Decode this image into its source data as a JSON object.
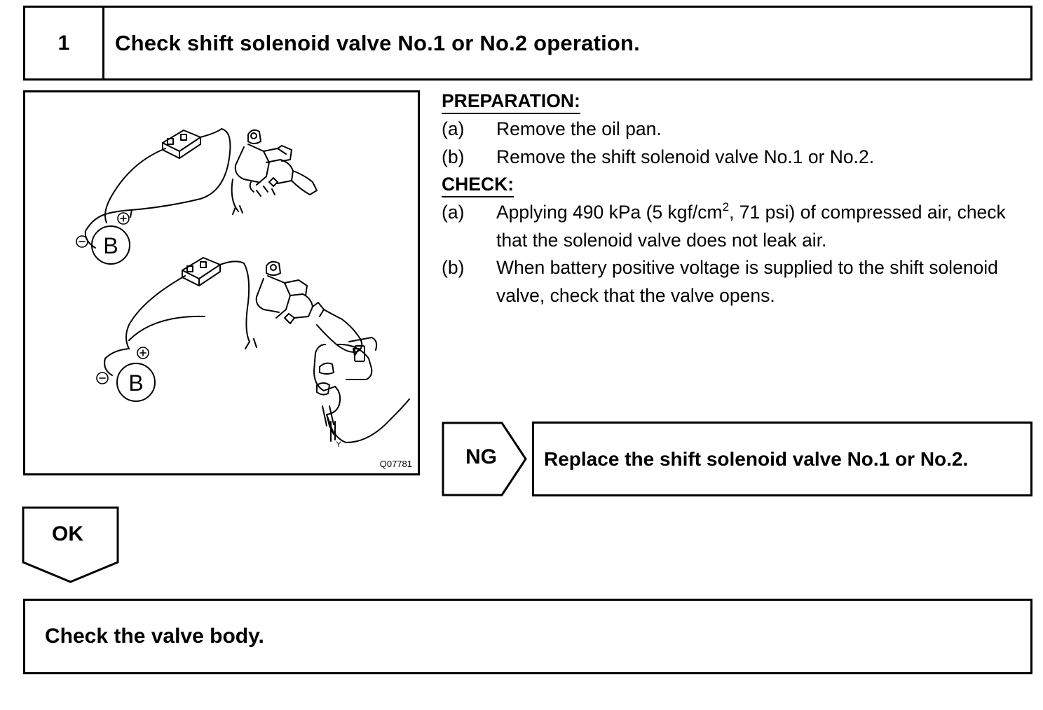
{
  "step_header": {
    "number": "1",
    "title": "Check shift solenoid valve No.1 or No.2 operation."
  },
  "figure": {
    "code": "Q07781",
    "battery_label_top": "B",
    "battery_label_bottom": "B",
    "plus_symbol": "⊕",
    "minus_symbol": "⊖",
    "wire_tag": "Y"
  },
  "preparation": {
    "heading": "PREPARATION:",
    "steps": [
      {
        "letter": "(a)",
        "text": "Remove the oil pan."
      },
      {
        "letter": "(b)",
        "text": "Remove the shift solenoid valve No.1 or No.2."
      }
    ]
  },
  "check": {
    "heading": "CHECK:",
    "step_a_letter": "(a)",
    "step_a_before": "Applying 490 kPa (5 kgf/cm",
    "step_a_sup": "2",
    "step_a_after": ", 71 psi) of compressed air, check that the solenoid valve does not leak air.",
    "step_b_letter": "(b)",
    "step_b_text": "When battery positive voltage is supplied to the shift solenoid valve, check that the valve opens."
  },
  "ng_branch": {
    "label": "NG",
    "result": "Replace the shift solenoid valve No.1 or No.2."
  },
  "ok_branch": {
    "label": "OK"
  },
  "next_step": {
    "text": "Check the valve body."
  }
}
